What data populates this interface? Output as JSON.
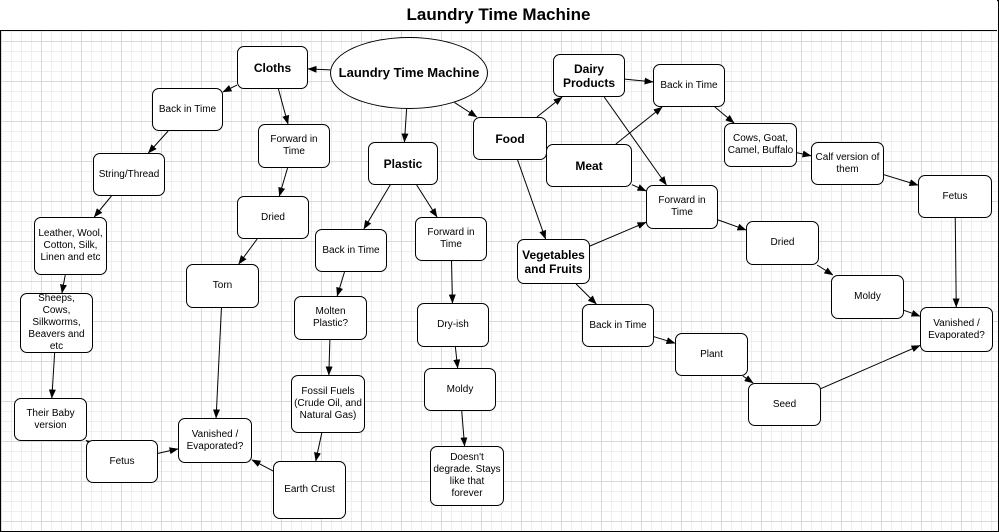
{
  "title": "Laundry Time Machine",
  "nodes": {
    "root": "Laundry Time Machine",
    "cloths": "Cloths",
    "plastic": "Plastic",
    "food": "Food",
    "dairy": "Dairy Products",
    "meat": "Meat",
    "veg": "Vegetables and Fruits",
    "cl_back": "Back in Time",
    "cl_string": "String/Thread",
    "cl_leather": "Leather, Wool, Cotton, Silk, Linen and etc",
    "cl_sheeps": "Sheeps, Cows, Silkworms, Beavers and etc",
    "cl_baby": "Their Baby version",
    "cl_fetus": "Fetus",
    "cl_vanished": "Vanished / Evaporated?",
    "cl_fwd": "Forward in Time",
    "cl_dried": "Dried",
    "cl_torn": "Torn",
    "pl_back": "Back in Time",
    "pl_molten": "Molten Plastic?",
    "pl_fossil": "Fossil Fuels (Crude Oil, and Natural Gas)",
    "pl_crust": "Earth Crust",
    "pl_fwd": "Forward in Time",
    "pl_dryish": "Dry-ish",
    "pl_moldy": "Moldy",
    "pl_degrade": "Doesn't degrade. Stays like that forever",
    "an_back": "Back in Time",
    "an_cows": "Cows, Goat, Camel, Buffalo",
    "an_calf": "Calf version of them",
    "an_fetus": "Fetus",
    "an_fwd": "Forward in Time",
    "an_dried": "Dried",
    "an_moldy": "Moldy",
    "an_vanished": "Vanished / Evaporated?",
    "vg_back": "Back in Time",
    "vg_plant": "Plant",
    "vg_seed": "Seed"
  },
  "edges": [
    [
      "root",
      "cloths"
    ],
    [
      "root",
      "plastic"
    ],
    [
      "root",
      "food"
    ],
    [
      "cloths",
      "cl_back"
    ],
    [
      "cloths",
      "cl_fwd"
    ],
    [
      "cl_back",
      "cl_string"
    ],
    [
      "cl_string",
      "cl_leather"
    ],
    [
      "cl_leather",
      "cl_sheeps"
    ],
    [
      "cl_sheeps",
      "cl_baby"
    ],
    [
      "cl_baby",
      "cl_fetus"
    ],
    [
      "cl_fetus",
      "cl_vanished"
    ],
    [
      "cl_fwd",
      "cl_dried"
    ],
    [
      "cl_dried",
      "cl_torn"
    ],
    [
      "cl_torn",
      "cl_vanished"
    ],
    [
      "plastic",
      "pl_back"
    ],
    [
      "plastic",
      "pl_fwd"
    ],
    [
      "pl_back",
      "pl_molten"
    ],
    [
      "pl_molten",
      "pl_fossil"
    ],
    [
      "pl_fossil",
      "pl_crust"
    ],
    [
      "pl_crust",
      "cl_vanished"
    ],
    [
      "pl_fwd",
      "pl_dryish"
    ],
    [
      "pl_dryish",
      "pl_moldy"
    ],
    [
      "pl_moldy",
      "pl_degrade"
    ],
    [
      "food",
      "dairy"
    ],
    [
      "food",
      "meat"
    ],
    [
      "food",
      "veg"
    ],
    [
      "dairy",
      "an_back"
    ],
    [
      "meat",
      "an_back"
    ],
    [
      "dairy",
      "an_fwd"
    ],
    [
      "meat",
      "an_fwd"
    ],
    [
      "veg",
      "an_fwd"
    ],
    [
      "veg",
      "vg_back"
    ],
    [
      "an_back",
      "an_cows"
    ],
    [
      "an_cows",
      "an_calf"
    ],
    [
      "an_calf",
      "an_fetus"
    ],
    [
      "an_fetus",
      "an_vanished"
    ],
    [
      "an_fwd",
      "an_dried"
    ],
    [
      "an_dried",
      "an_moldy"
    ],
    [
      "an_moldy",
      "an_vanished"
    ],
    [
      "vg_back",
      "vg_plant"
    ],
    [
      "vg_plant",
      "vg_seed"
    ],
    [
      "vg_seed",
      "an_vanished"
    ]
  ]
}
